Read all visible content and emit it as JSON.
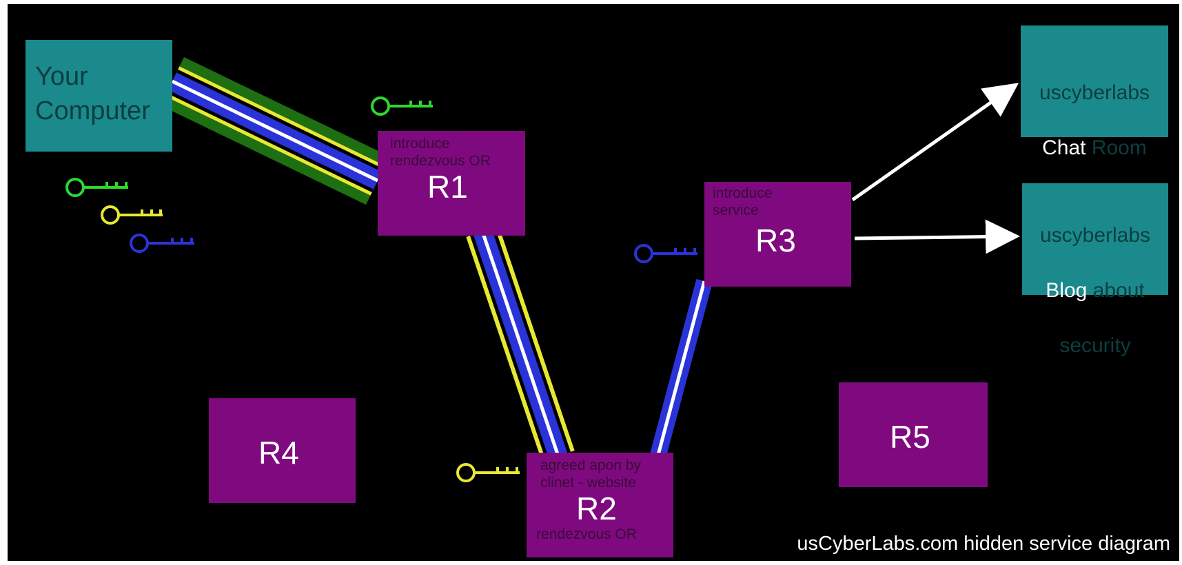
{
  "nodes": {
    "your_computer": {
      "label": "Your\nComputer"
    },
    "r1": {
      "label": "R1",
      "note": "introduce\nrendezvous OR"
    },
    "r2": {
      "label": "R2",
      "note_top": "agreed apon by\nclinet - website",
      "note_bottom": "rendezvous OR"
    },
    "r3": {
      "label": "R3",
      "note": "introduce\nservice"
    },
    "r4": {
      "label": "R4"
    },
    "r5": {
      "label": "R5"
    },
    "chat_room": {
      "line1": "uscyberlabs",
      "line2_highlight": "Chat",
      "line2_rest": " Room"
    },
    "blog": {
      "line1": "uscyberlabs",
      "line2_highlight": "Blog",
      "line2_rest": " about",
      "line3": "security"
    }
  },
  "keys": [
    {
      "color": "#2dd82d",
      "name": "green"
    },
    {
      "color": "#e8e832",
      "name": "yellow"
    },
    {
      "color": "#2a33d8",
      "name": "blue"
    }
  ],
  "colors": {
    "background": "#000000",
    "node_teal": "#1b8a8c",
    "node_purple": "#7f0a7f",
    "arrow": "#ffffff"
  },
  "footer": "usCyberLabs.com hidden service diagram"
}
